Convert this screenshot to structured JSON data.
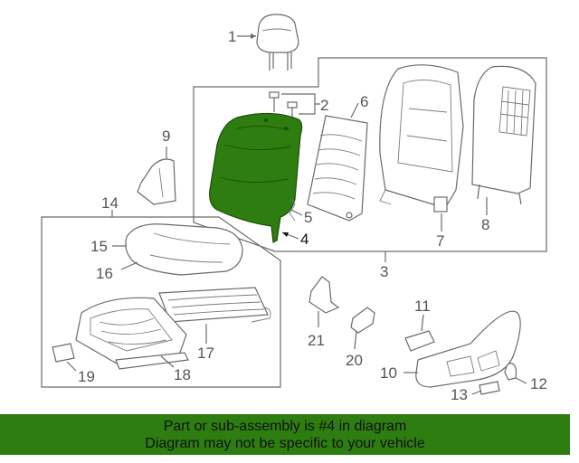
{
  "callouts": {
    "c1": "1",
    "c2": "2",
    "c3": "3",
    "c4": "4",
    "c5": "5",
    "c6": "6",
    "c7": "7",
    "c8": "8",
    "c9": "9",
    "c10": "10",
    "c11": "11",
    "c12": "12",
    "c13": "13",
    "c14": "14",
    "c15": "15",
    "c16": "16",
    "c17": "17",
    "c18": "18",
    "c19": "19",
    "c20": "20",
    "c21": "21"
  },
  "highlight": {
    "part": "4",
    "color": "#2e7d10"
  },
  "banner": {
    "line1": "Part or sub-assembly is #4 in diagram",
    "line2": "Diagram may not be specific to your vehicle",
    "color": "#2e7d10"
  }
}
